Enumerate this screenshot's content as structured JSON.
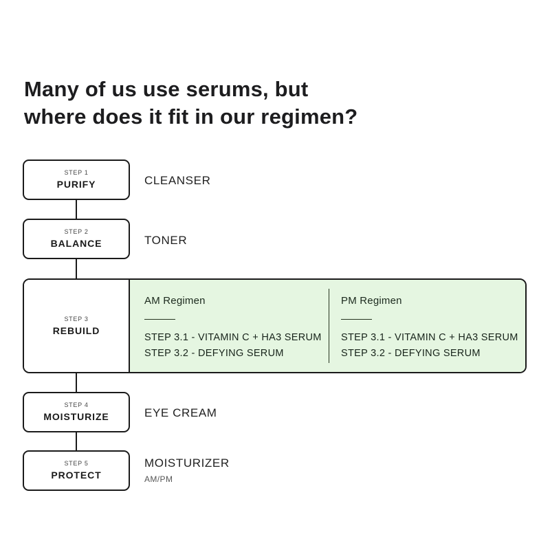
{
  "title": {
    "line1": "Many of us use serums, but",
    "line2": "where does it fit in our regimen?"
  },
  "steps": [
    {
      "step": "STEP 1",
      "name": "PURIFY",
      "product": "CLEANSER"
    },
    {
      "step": "STEP 2",
      "name": "BALANCE",
      "product": "TONER"
    },
    {
      "step": "STEP 3",
      "name": "REBUILD",
      "product": ""
    },
    {
      "step": "STEP 4",
      "name": "MOISTURIZE",
      "product": "EYE CREAM"
    },
    {
      "step": "STEP 5",
      "name": "PROTECT",
      "product": "MOISTURIZER",
      "product_note": "AM/PM"
    }
  ],
  "regimens": [
    {
      "title": "AM Regimen",
      "items": [
        "STEP 3.1 - VITAMIN C + HA3 SERUM",
        "STEP 3.2 - DEFYING SERUM"
      ]
    },
    {
      "title": "PM Regimen",
      "items": [
        "STEP 3.1 - VITAMIN C + HA3 SERUM",
        "STEP 3.2 - DEFYING SERUM"
      ]
    }
  ],
  "colors": {
    "background": "#ffffff",
    "border": "#1a1a1a",
    "accent_green": "#e5f6e1",
    "text_primary": "#1d1d1f",
    "text_secondary": "#555555"
  }
}
